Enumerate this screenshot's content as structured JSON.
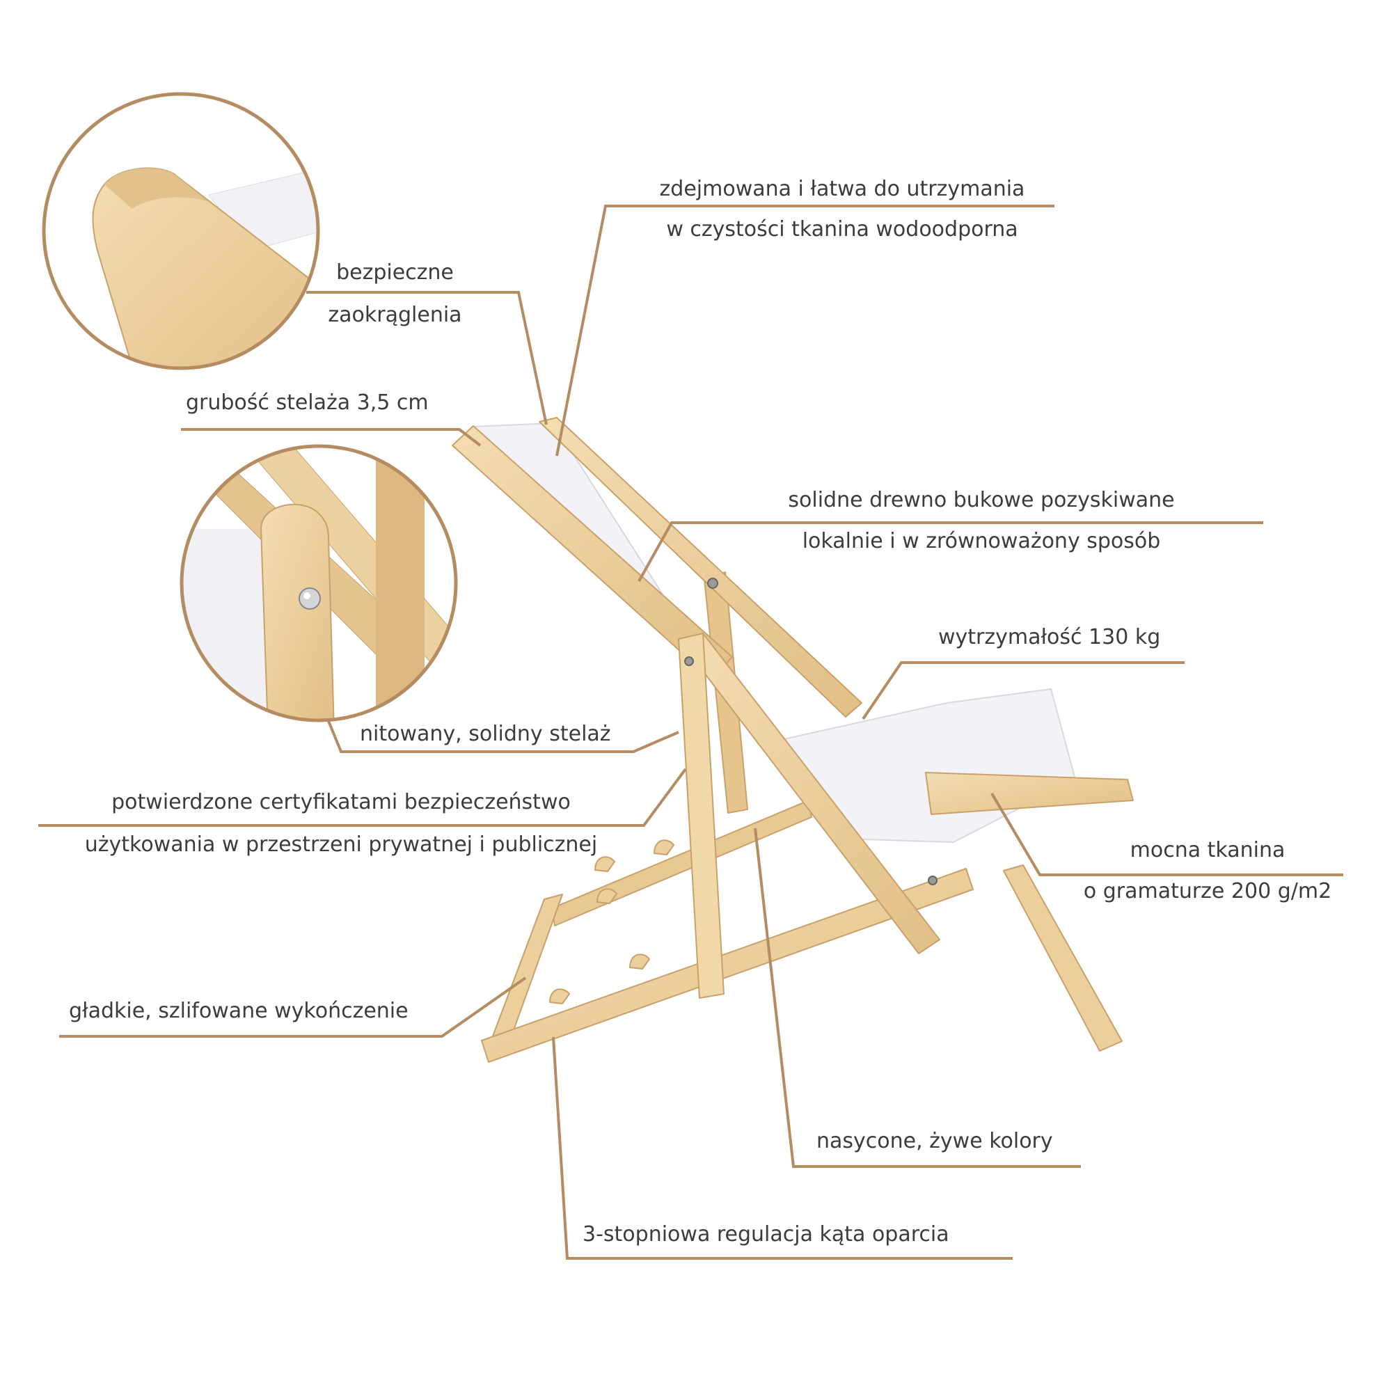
{
  "colors": {
    "leader": "#b58c62",
    "wood": "#ebcf9c",
    "wood_dark": "#c9a06a",
    "fabric": "#f3f3f7",
    "text": "#3c3c3c",
    "rivet": "#9a9a9a"
  },
  "labels": {
    "fabric_removable": {
      "line1": "zdejmowana i łatwa do utrzymania",
      "line2": "w czystości tkanina wodoodporna"
    },
    "rounded_edges": {
      "line1": "bezpieczne",
      "line2": "zaokrąglenia"
    },
    "frame_thickness": "grubość stelaża 3,5 cm",
    "beech_wood": {
      "line1": "solidne drewno bukowe pozyskiwane",
      "line2": "lokalnie i w zrównoważony sposób"
    },
    "load_capacity": "wytrzymałość 130 kg",
    "riveted_frame": "nitowany, solidny stelaż",
    "certified": {
      "line1": "potwierdzone certyfikatami bezpieczeństwo",
      "line2": "użytkowania w przestrzeni prywatnej i publicznej"
    },
    "strong_fabric": {
      "line1": "mocna tkanina",
      "line2": "o gramaturze 200 g/m2"
    },
    "smooth_finish": "gładkie, szlifowane wykończenie",
    "vivid_colors": "nasycone, żywe kolory",
    "angle_adjust": "3-stopniowa regulacja kąta oparcia"
  },
  "images": {
    "chair": "deck-chair",
    "detail_top": "rounded-edge-detail",
    "detail_mid": "rivet-detail"
  }
}
